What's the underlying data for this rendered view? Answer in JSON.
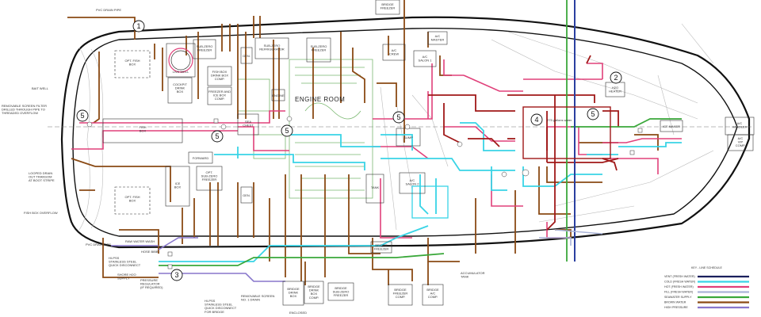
{
  "colors": {
    "vent_fresh_water": "#1a1f5c",
    "cold_fresh_water": "#39d4e6",
    "hot_fresh_water": "#e0407a",
    "fill_fresh_water": "#aab4d8",
    "seawater_supply": "#3aa83a",
    "brown_water": "#8a4a14",
    "high_pressure": "#8877cc",
    "dark_red": "#a01818",
    "engine_green": "#7ab870",
    "hull": "#111111",
    "mast": "#2a3fa0"
  },
  "labels": {
    "pvc_drain_top": "PVC DRAIN PIPE",
    "bait_well": "BAIT WELL",
    "screen_filter": "REMOVABLE SCREEN FILTER\nDRILLED THROUGH PIPE TO\nTHREADED OVERFLOW",
    "looped_drain": "LOOPED DRAIN\nOUT TRANSOM\nAT BOOT STRIPE",
    "fish_box_overflow": "FISH BOX OVERFLOW",
    "pvc_drain_bottom": "PVC DRAIN PIPE",
    "opt_fish_box_top": "OPT. FISH\nBOX",
    "opt_fish_box_bottom": "OPT. FISH\nBOX",
    "live_well": "LIVE WELL",
    "cockpit_drink_box": "COCKPIT\nDRINK\nBOX",
    "sub_zero_freezer_1": "SUB-ZERO\nFREEZER",
    "fish_box_drink_comp": "FISH BOX\nDRINK BOX\nCOMP.",
    "freezer_ice_box_comp": "FREEZER AND\nICE BOX\nCOMP.",
    "gen_1": "GEN.",
    "sub_zero_refrigerator": "SUB-ZERO\nREFRIGERATOR",
    "sub_zero_freezer_2": "SUB-ZERO\nFREEZER",
    "fish_box": "FISH\nBOX",
    "sea_chest": "SEA\nCHEST",
    "ice_box": "ICE\nBOX",
    "forward": "FORWARD",
    "opt_sub_zero_freezer": "OPT.\nSUB-ZERO\nFREEZER",
    "gen_2": "GEN.",
    "engine_room": "ENGINE ROOM",
    "engine_label": "ENGINE",
    "bridge_freezer_top": "BRIDGE\nFREEZER",
    "ac_crew": "A/C\nCREW",
    "ac_master": "A/C\nMASTER",
    "ac_salon_1": "A/C\nSALON 1",
    "ac_salon_2": "A/C\nSALON 2",
    "sump": "SUMP",
    "tank": "TANK",
    "water_tank": "275 gallons water",
    "h2o_heater": "H2O\nHEATER",
    "ice_maker": "ICE MAKER",
    "ac_handler": "A/C\nHANDLER",
    "ac_vip_comp": "A/C\nVIP\nCOMP.",
    "raw_water_wash": "RAW WATER WASH",
    "hose_bibb": "HOSE BIBB",
    "hi_pss_quick_disconnect_1": "HI-PSS\nSTAINLESS STEEL\nQUICK DISCONNECT",
    "shore_h2o_supply": "SHORE H2O\nSUPPLY",
    "pressure_regulator": "PRESSURE\nREGULATOR\n(IF REQUIRED)",
    "hi_pss_quick_disconnect_2": "HI-PSS\nSTAINLESS STEEL\nQUICK DISCONNECT\nFOR BRIDGE",
    "removable_screen": "REMOVABLE SCREEN\nNO. 1 DRAIN",
    "bridge_drink_box": "BRIDGE\nDRINK\nBOX",
    "bridge_drink_box_comp": "BRIDGE\nDRINK\nBOX\nCOMP.",
    "bridge_sub_zero_freezer": "BRIDGE\nSUB-ZERO\nFREEZER",
    "bridge_freezer_comp": "BRIDGE\nFREEZER\nCOMP.",
    "bridge_ac_comp": "BRIDGE\nA/C\nCOMP.",
    "bridge_freezer_mid": "BRIDGE\nFREEZER",
    "accumulator_tank": "ACCUMULATOR\nTANK",
    "enclosed": "ENCLOSED"
  },
  "callouts": [
    "1",
    "2",
    "3",
    "4",
    "5"
  ],
  "legend": {
    "title": "KEY - LINE SCHEDULE",
    "items": [
      {
        "label": "VENT (FRESH WATER)",
        "color_key": "vent_fresh_water"
      },
      {
        "label": "COLD (FRESH WATER)",
        "color_key": "cold_fresh_water"
      },
      {
        "label": "HOT (FRESH WATER)",
        "color_key": "hot_fresh_water"
      },
      {
        "label": "FILL (FRESH WATER)",
        "color_key": "fill_fresh_water"
      },
      {
        "label": "SEAWATER SUPPLY",
        "color_key": "seawater_supply"
      },
      {
        "label": "BROWN WATER",
        "color_key": "brown_water"
      },
      {
        "label": "HIGH PRESSURE",
        "color_key": "high_pressure"
      }
    ]
  }
}
